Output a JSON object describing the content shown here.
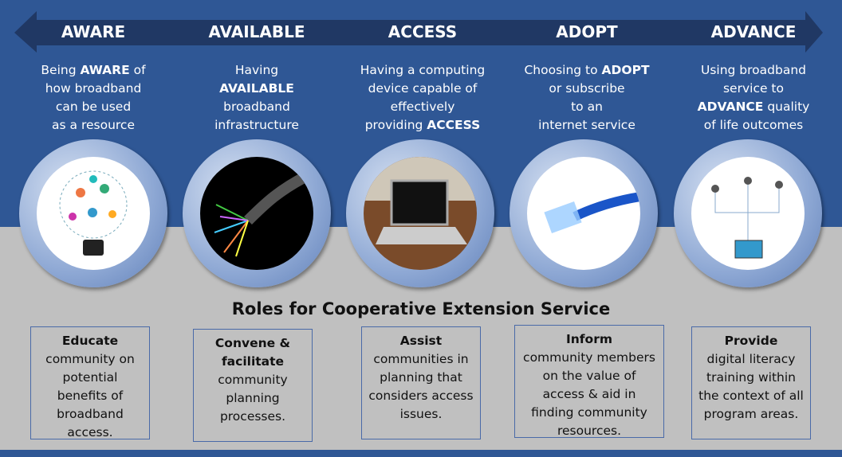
{
  "stages": [
    {
      "title": "AWARE",
      "desc": [
        "Being ",
        "AWARE",
        " of",
        "how broadband",
        "can be used",
        "as a resource"
      ],
      "image": "lightbulb-network-icon"
    },
    {
      "title": "AVAILABLE",
      "desc": [
        "Having",
        "AVAILABLE",
        "broadband",
        "infrastructure"
      ],
      "image": "fiber-optic-cable-icon"
    },
    {
      "title": "ACCESS",
      "desc": [
        "Having a computing",
        "device capable of",
        "effectively",
        "providing ",
        "ACCESS"
      ],
      "image": "laptop-icon"
    },
    {
      "title": "ADOPT",
      "desc": [
        "Choosing to ",
        "ADOPT",
        "or subscribe",
        "to an",
        "internet service"
      ],
      "image": "ethernet-cable-icon"
    },
    {
      "title": "ADVANCE",
      "desc": [
        "Using broadband",
        "service to",
        "ADVANCE",
        " quality",
        "of life outcomes"
      ],
      "image": "tablet-network-icon"
    }
  ],
  "roles_title": "Roles for Cooperative Extension Service",
  "roles": [
    {
      "head": "Educate",
      "body": [
        "community on",
        "potential",
        "benefits of",
        "broadband",
        "access."
      ]
    },
    {
      "head": "Convene &",
      "head2": "facilitate",
      "body": [
        "community",
        "planning",
        "processes."
      ]
    },
    {
      "head": "Assist",
      "body": [
        "communities in",
        "planning that",
        "considers access",
        "issues."
      ]
    },
    {
      "head": "Inform",
      "body": [
        "community members",
        "on the value of",
        "access & aid in",
        "finding community",
        "resources."
      ]
    },
    {
      "head": "Provide",
      "body": [
        "digital literacy",
        "training within",
        "the context of all",
        "program areas."
      ]
    }
  ],
  "colors": {
    "background_blue": "#2f5795",
    "arrow": "#203864",
    "gray": "#c0c0c0",
    "box_border": "#4a6aa8"
  }
}
